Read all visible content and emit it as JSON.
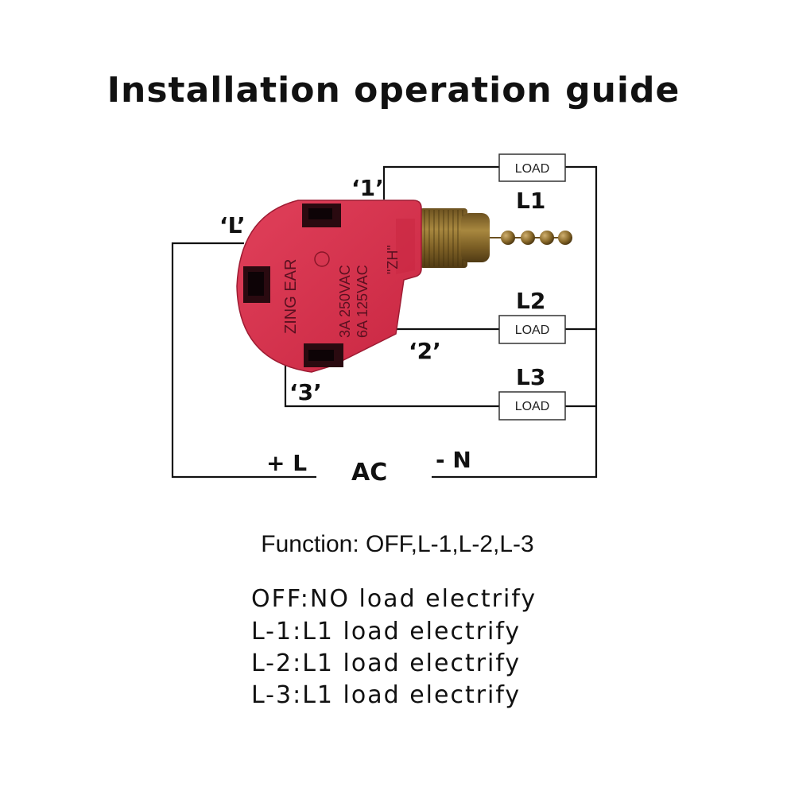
{
  "title": "Installation operation guide",
  "terminals": {
    "t1": "‘1’",
    "tL": "‘L’",
    "t2": "‘2’",
    "t3": "‘3’"
  },
  "lines": {
    "l1": "L1",
    "l2": "L2",
    "l3": "L3"
  },
  "load_label": "LOAD",
  "power": {
    "plus_l": "+ L",
    "ac": "AC",
    "minus_n": "- N"
  },
  "switch_markings": {
    "brand": "ZING EAR",
    "rating_1": "3A 250VAC",
    "rating_2": "6A 125VAC",
    "model": "\"ZH\""
  },
  "function_line": "Function: OFF,L-1,L-2,L-3",
  "descriptions": [
    "OFF:NO load electrify",
    "L-1:L1 load electrify",
    "L-2:L1 load electrify",
    "L-3:L1 load electrify"
  ],
  "colors": {
    "switch_body": "#d6324d",
    "switch_dark": "#a81f36",
    "brass": "#8a6a2a",
    "wire": "#111111"
  }
}
